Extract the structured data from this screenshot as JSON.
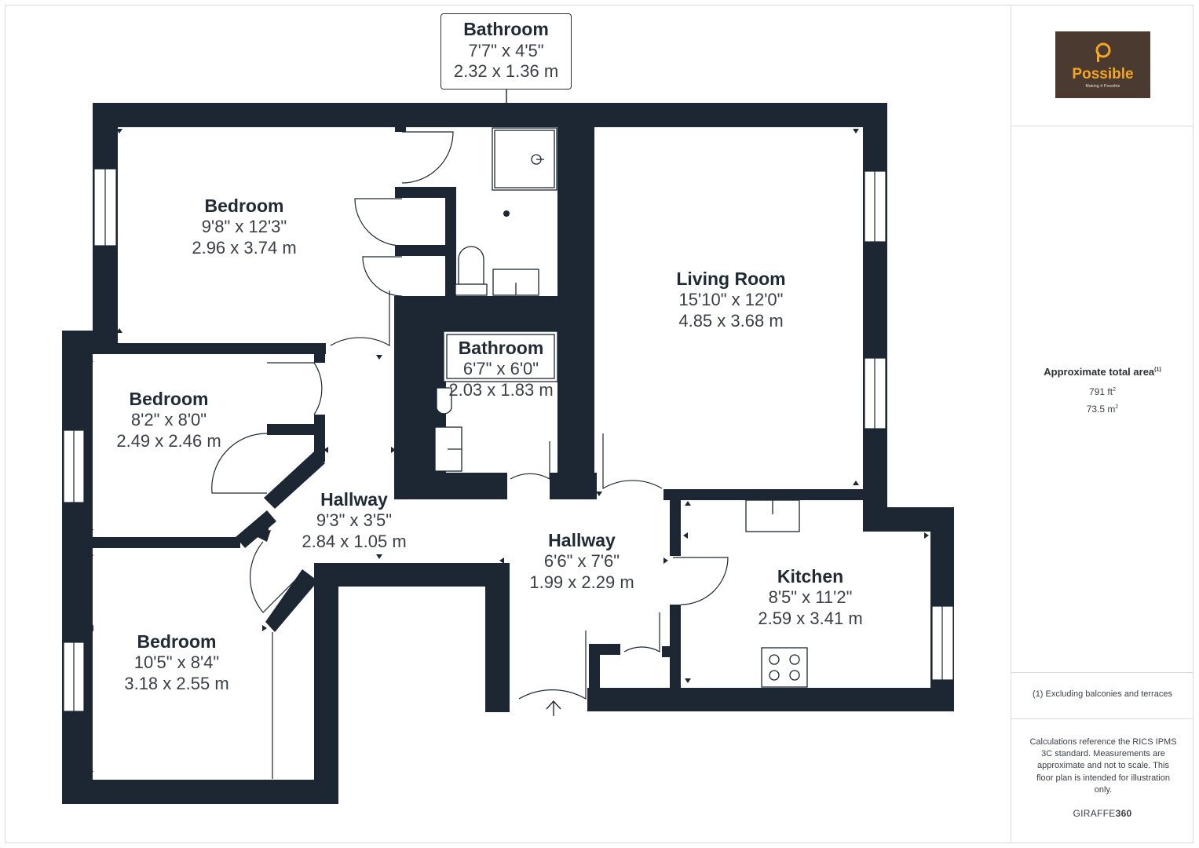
{
  "rooms": {
    "bathroom_top": {
      "name": "Bathroom",
      "imperial": "7'7\" x 4'5\"",
      "metric": "2.32 x 1.36 m"
    },
    "bedroom_1": {
      "name": "Bedroom",
      "imperial": "9'8\" x 12'3\"",
      "metric": "2.96 x 3.74 m"
    },
    "living_room": {
      "name": "Living Room",
      "imperial": "15'10\" x 12'0\"",
      "metric": "4.85 x 3.68 m"
    },
    "bathroom_2": {
      "name": "Bathroom",
      "imperial": "6'7\" x 6'0\"",
      "metric": "2.03 x 1.83 m"
    },
    "bedroom_2": {
      "name": "Bedroom",
      "imperial": "8'2\" x 8'0\"",
      "metric": "2.49 x 2.46 m"
    },
    "hallway_1": {
      "name": "Hallway",
      "imperial": "9'3\" x 3'5\"",
      "metric": "2.84 x 1.05 m"
    },
    "hallway_2": {
      "name": "Hallway",
      "imperial": "6'6\" x 7'6\"",
      "metric": "1.99 x 2.29 m"
    },
    "kitchen": {
      "name": "Kitchen",
      "imperial": "8'5\" x 11'2\"",
      "metric": "2.59 x 3.41 m"
    },
    "bedroom_3": {
      "name": "Bedroom",
      "imperial": "10'5\" x 8'4\"",
      "metric": "3.18 x 2.55 m"
    }
  },
  "sidebar": {
    "logo_word": "Possible",
    "logo_tagline": "Making it Possible",
    "area_title": "Approximate total area",
    "area_note_marker": "(1)",
    "area_sqft": "791 ft",
    "area_sqm": "73.5 m",
    "superscript_2": "2",
    "footnote": "(1) Excluding balconies and terraces",
    "disclaimer": "Calculations reference the RICS IPMS 3C standard. Measurements are approximate and not to scale. This floor plan is intended for illustration only.",
    "brand_prefix": "GIRAFFE",
    "brand_suffix": "360"
  },
  "colors": {
    "wall": "#1d2733",
    "logo_bg": "#4a3a2f",
    "logo_accent": "#f5a623"
  },
  "icons": [
    "shower-icon",
    "toilet-icon",
    "sink-icon",
    "hob-icon",
    "entrance-arrow-icon",
    "logo-p-icon"
  ]
}
